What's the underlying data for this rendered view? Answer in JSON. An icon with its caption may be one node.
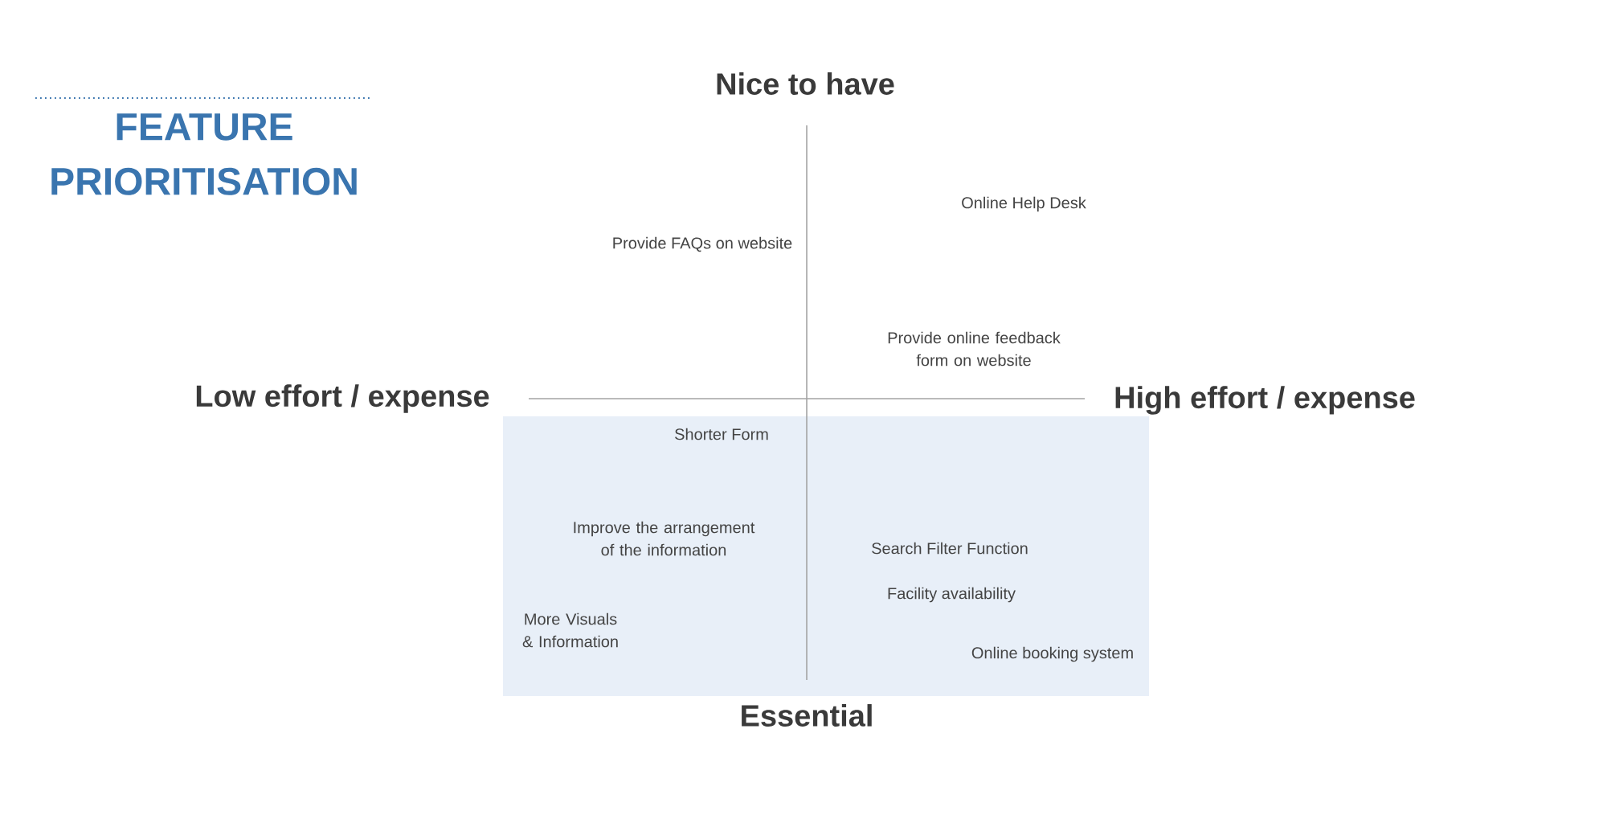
{
  "diagram": {
    "title": "FEATURE PRIORITISATION",
    "nodes": [
      {
        "text": [
          "Essential",
          "Shorter Form",
          "Improve the arrangement of the information",
          "Search Filter Function",
          "Facility availability",
          "More Visuals & Information",
          "Online booking system"
        ]
      }
    ],
    "labels": [
      "Nice to have",
      "Online Help Desk",
      "Provide FAQs on website",
      "Provide online feedback form on website",
      "Low effort / expense",
      "High effort / expense"
    ]
  }
}
